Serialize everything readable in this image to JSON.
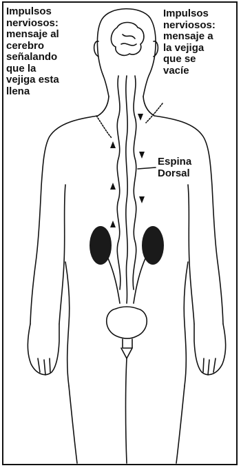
{
  "labels": {
    "impulses_to_brain": "Impulsos\nnerviosos:\nmensaje al\ncerebro\nseñalando\nque la\nvejiga esta\nllena",
    "impulses_to_bladder": "Impulsos\nnerviosos:\nmensaje a\nla vejiga\nque se\nvacíe",
    "spinal_cord": "Espina\nDorsal"
  },
  "colors": {
    "ink": "#111111",
    "background": "#ffffff",
    "kidney": "#1a1a1a"
  }
}
